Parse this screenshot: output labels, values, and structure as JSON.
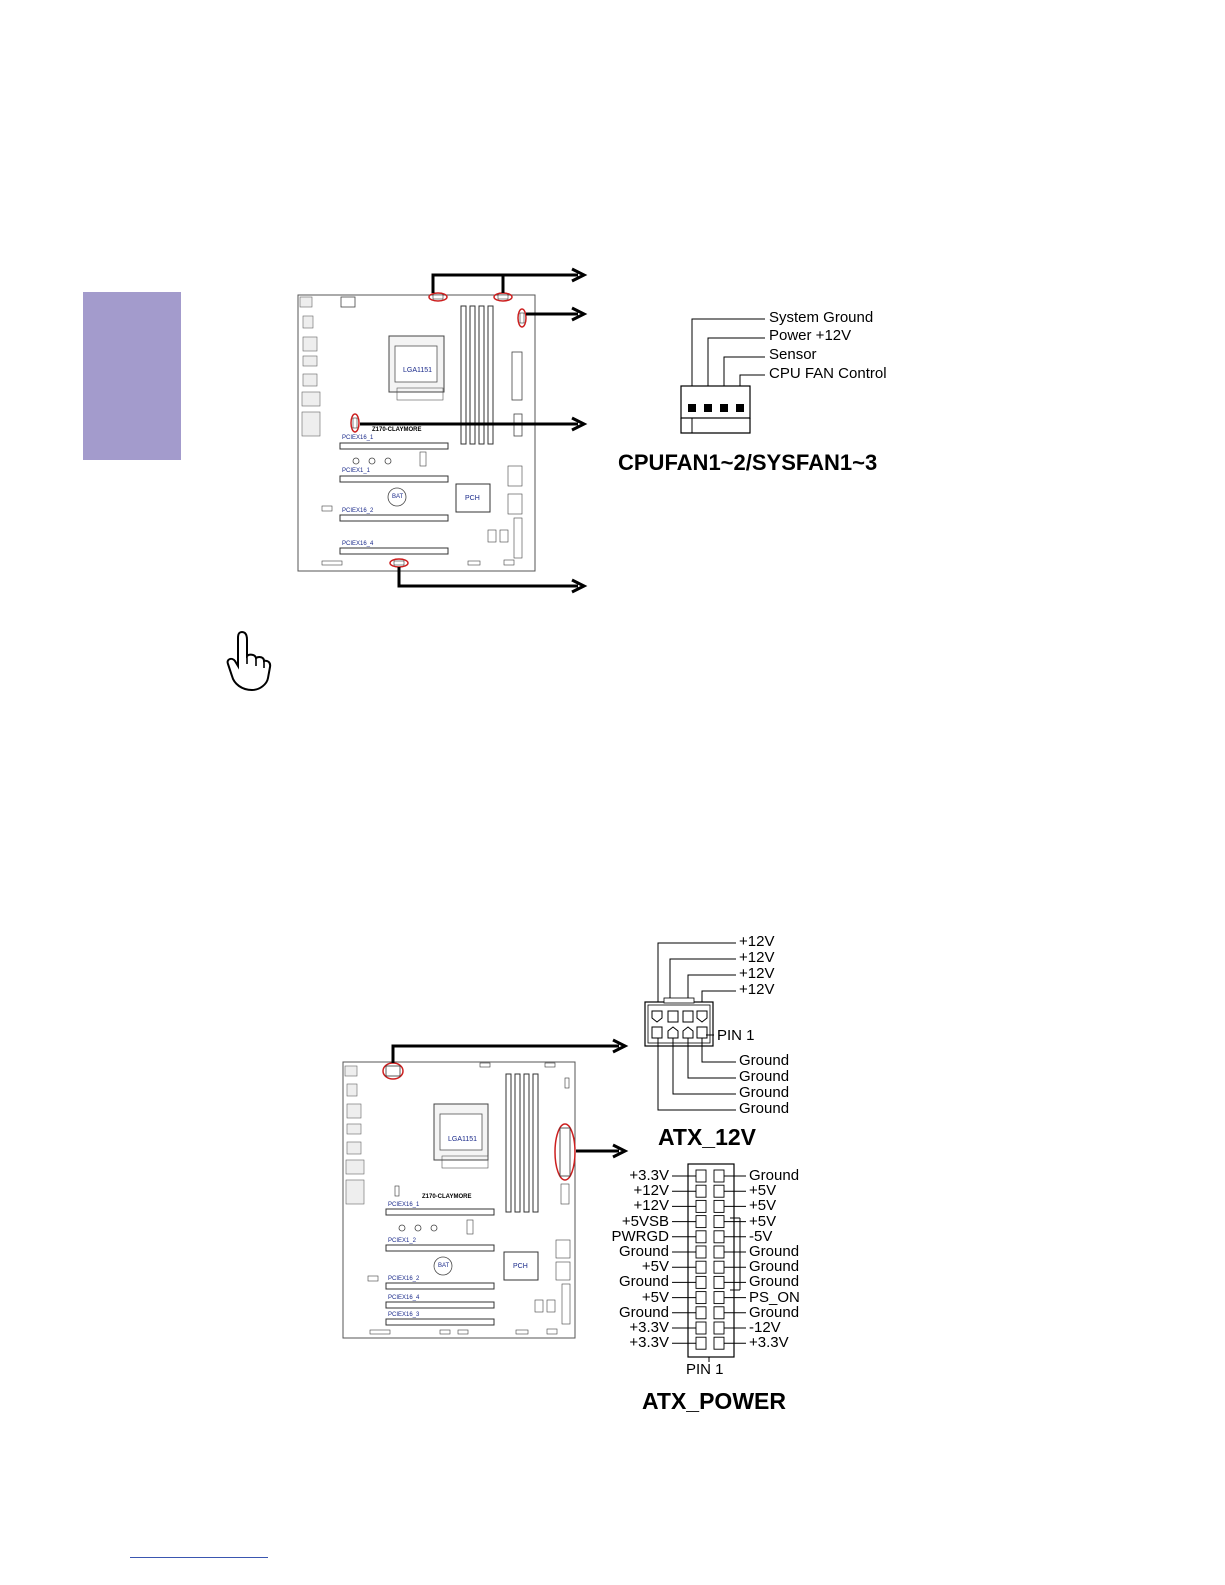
{
  "fan_diagram": {
    "labels": [
      "System Ground",
      "Power +12V",
      "Sensor",
      "CPU FAN Control"
    ],
    "caption": "CPUFAN1~2/SYSFAN1~3"
  },
  "atx12v_diagram": {
    "top_labels": [
      "+12V",
      "+12V",
      "+12V",
      "+12V"
    ],
    "pin_label": "PIN 1",
    "bottom_labels": [
      "Ground",
      "Ground",
      "Ground",
      "Ground"
    ],
    "caption": "ATX_12V"
  },
  "atxpower_diagram": {
    "left_labels": [
      "+3.3V",
      "+12V",
      "+12V",
      "+5VSB",
      "PWRGD",
      "Ground",
      "+5V",
      "Ground",
      "+5V",
      "Ground",
      "+3.3V",
      "+3.3V"
    ],
    "right_labels": [
      "Ground",
      "+5V",
      "+5V",
      "+5V",
      "-5V",
      "Ground",
      "Ground",
      "Ground",
      "PS_ON",
      "Ground",
      "-12V",
      "+3.3V"
    ],
    "pin_label": "PIN 1",
    "caption": "ATX_POWER"
  },
  "board": {
    "model": "Z170-CLAYMORE",
    "socket": "LGA1151",
    "chipset": "PCH",
    "battery": "BAT",
    "slots": [
      "PCIEX16_1",
      "PCIEX1_1",
      "PCIEX16_2",
      "PCIEX16_4"
    ],
    "slot_labels_lower": [
      "PCIEX16_1",
      "PCIEX1_2",
      "PCIEX16_2",
      "PCIEX16_4",
      "PCIEX16_3"
    ]
  },
  "colors": {
    "side_tab": "#a39bcc",
    "highlight": "#cc1f1f",
    "board_text": "#1a2a8a"
  }
}
